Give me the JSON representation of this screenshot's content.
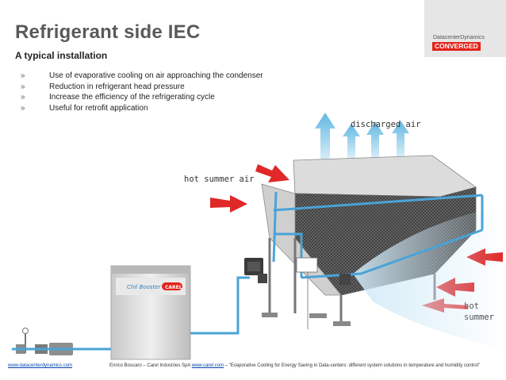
{
  "slide": {
    "title": "Refrigerant side IEC",
    "subtitle": "A typical installation",
    "bullet_marker": "»",
    "bullets": [
      "Use of evaporative cooling on air approaching the condenser",
      "Reduction in refrigerant head pressure",
      "Increase the efficiency of the refrigerating cycle",
      "Useful for retrofit application"
    ]
  },
  "logo": {
    "line1": "DatacenterDynamics",
    "line2": "CONVERGED"
  },
  "illustration": {
    "label_discharged": "discharged air",
    "label_hot_summer_air": "hot summer air",
    "label_hot_summer_line1": "hot",
    "label_hot_summer_line2": "summer",
    "cabinet_brand": "Chil Booster",
    "cabinet_logo": "CAREL"
  },
  "footer": {
    "left_link": "www.datacenterdynamics.com",
    "author": "Enrico Boscaro – Carel Industries SpA",
    "carel_link": "www.carel.com",
    "talk": " – \"Evaporative Cooling for Energy Saving in Data-centers: different system solutions in temperature and humidity control\""
  },
  "colors": {
    "title": "#5a5a5a",
    "arrow_red": "#e02828",
    "arrow_blue": "#5ab4e0",
    "pipe_blue": "#4aa3d8",
    "brand_red": "#e2231a"
  }
}
